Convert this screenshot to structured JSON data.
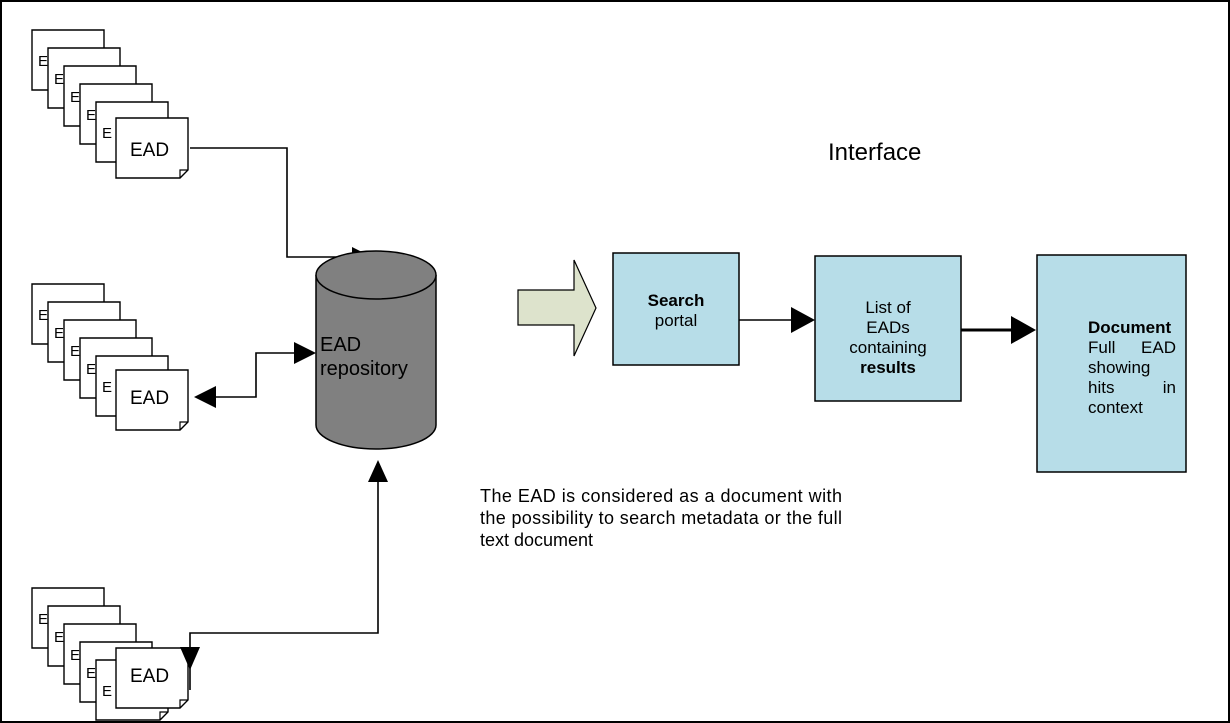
{
  "diagram": {
    "title": "Interface",
    "ead_label": "EAD",
    "repository_line1": "EAD",
    "repository_line2": "repository",
    "search_bold": "Search",
    "search_rest": "portal",
    "results_line1": "List of",
    "results_line2": "EADs",
    "results_line3": "containing",
    "results_bold": "results",
    "doc_bold": "Document",
    "doc_line1_a": "Full",
    "doc_line1_b": "EAD",
    "doc_line2": "showing",
    "doc_line3_a": "hits",
    "doc_line3_b": "in",
    "doc_line4": "context",
    "caption_line1": "The EAD is considered as a document with",
    "caption_line2": "the possibility to search metadata or the full",
    "caption_line3": "text document"
  },
  "colors": {
    "box_fill": "#b7dde8",
    "cylinder_fill": "#808080",
    "big_arrow_fill": "#dde3cc"
  }
}
